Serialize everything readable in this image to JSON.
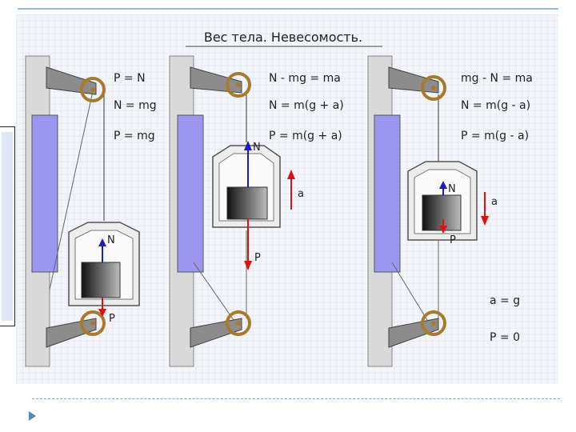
{
  "title": "Вес тела. Невесомость.",
  "panels": [
    {
      "equations": [
        "P = N",
        "N = mg",
        "P = mg"
      ],
      "vectors": {
        "n": "N",
        "p": "P"
      },
      "extra": []
    },
    {
      "equations": [
        "N - mg = ma",
        "N = m(g + a)",
        "P = m(g + a)"
      ],
      "vectors": {
        "n": "N",
        "p": "P",
        "a": "a"
      },
      "extra": []
    },
    {
      "equations": [
        "mg - N = ma",
        "N = m(g - a)",
        "P = m(g - a)"
      ],
      "vectors": {
        "n": "N",
        "p": "P",
        "a": "a"
      },
      "extra": [
        "a = g",
        "P = 0"
      ]
    }
  ],
  "colors": {
    "grid_bg": "#f4f5f8",
    "grid_line": "#dde1ea",
    "shaft": "#d9d9d9",
    "window": "#9b97f0",
    "bracket": "#8c8c8c",
    "pulley": "#a87b2c",
    "normal_force": "#1a1acc",
    "weight_force": "#dd1111",
    "acceleration": "#dd1111"
  }
}
